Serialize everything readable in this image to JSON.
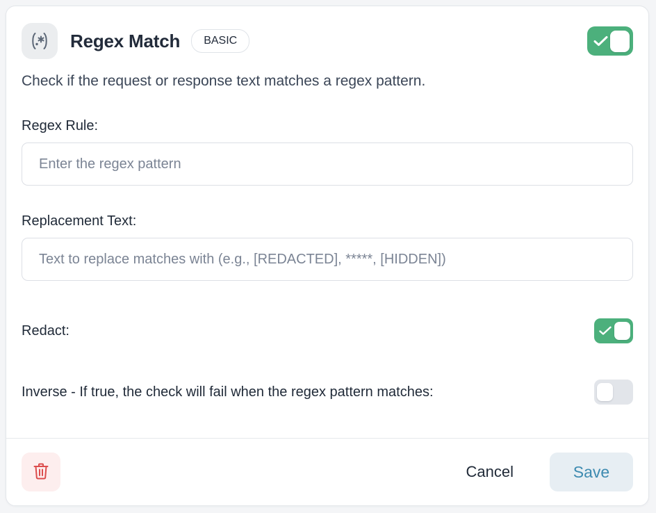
{
  "card": {
    "header": {
      "icon": "regex-pattern-icon",
      "icon_text": "(.*)",
      "title": "Regex Match",
      "badge": "BASIC",
      "enabled_toggle": {
        "name": "rule-enabled-toggle",
        "state": "on"
      }
    },
    "description": "Check if the request or response text matches a regex pattern.",
    "fields": [
      {
        "label": "Regex Rule:",
        "name": "regex-rule",
        "value": "",
        "placeholder": "Enter the regex pattern"
      },
      {
        "label": "Replacement Text:",
        "name": "replacement-text",
        "value": "",
        "placeholder": "Text to replace matches with (e.g., [REDACTED], *****, [HIDDEN])"
      }
    ],
    "switches": [
      {
        "label": "Redact:",
        "name": "redact-toggle",
        "state": "on"
      },
      {
        "label": "Inverse - If true, the check will fail when the regex pattern matches:",
        "name": "inverse-toggle",
        "state": "off"
      }
    ],
    "footer": {
      "delete_icon": "trash-icon",
      "cancel_label": "Cancel",
      "save_label": "Save"
    }
  },
  "colors": {
    "toggle_on": "#4cb07c",
    "toggle_off": "#e2e5ea",
    "save_text": "#3d8ab0",
    "save_bg": "#e7eef3",
    "delete_icon": "#dc4c4c",
    "delete_bg": "#fdeeee",
    "title_text": "#222b3a"
  }
}
